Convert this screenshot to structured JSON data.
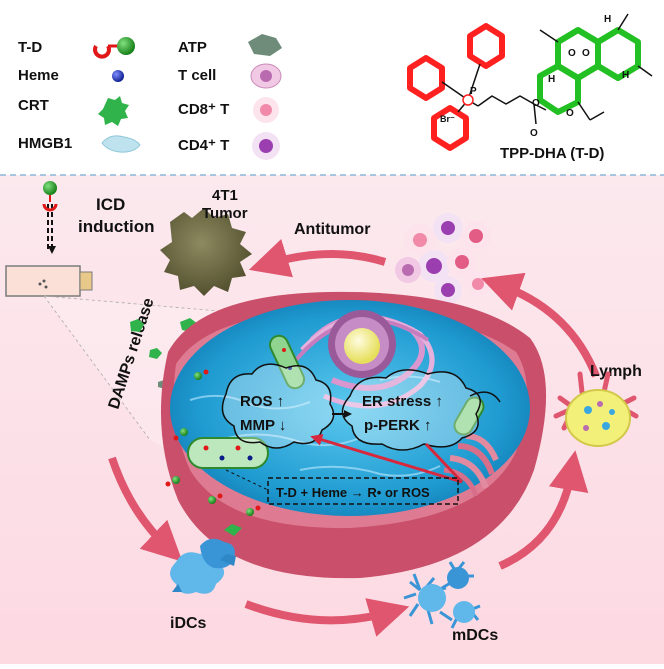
{
  "legend": {
    "items": [
      {
        "label": "T-D"
      },
      {
        "label": "Heme"
      },
      {
        "label": "CRT"
      },
      {
        "label": "HMGB1"
      },
      {
        "label": "ATP"
      },
      {
        "label": "T cell"
      },
      {
        "label": "CD8⁺ T"
      },
      {
        "label": "CD4⁺ T"
      }
    ]
  },
  "molecule": {
    "name": "TPP-DHA (T-D)",
    "atoms": [
      "H",
      "H",
      "H",
      "O",
      "O",
      "O",
      "O",
      "O",
      "Br⁻",
      "P"
    ]
  },
  "labels": {
    "icd": [
      "ICD",
      "induction"
    ],
    "tumor": [
      "4T1",
      "Tumor"
    ],
    "antitumor": "Antitumor",
    "damps": "DAMPs release",
    "lymph": "Lymph",
    "idcs": "iDCs",
    "mdcs": "mDCs",
    "ros": "ROS ↑",
    "mmp": "MMP ↓",
    "er_stress": "ER stress ↑",
    "perk": "p-PERK ↑",
    "reaction": "T-D + Heme → R• or ROS"
  },
  "colors": {
    "top_background": "#ffffff",
    "bottom_background": "#fde4ea",
    "cell_membrane": "#c94f6a",
    "cytoplasm": "#2aa6d6",
    "nucleus": "#f1f08a",
    "arrow": "#e0566f",
    "ring_highlight": "#ff2020",
    "ring_green": "#22c022",
    "divider": "#8ab8d8"
  }
}
